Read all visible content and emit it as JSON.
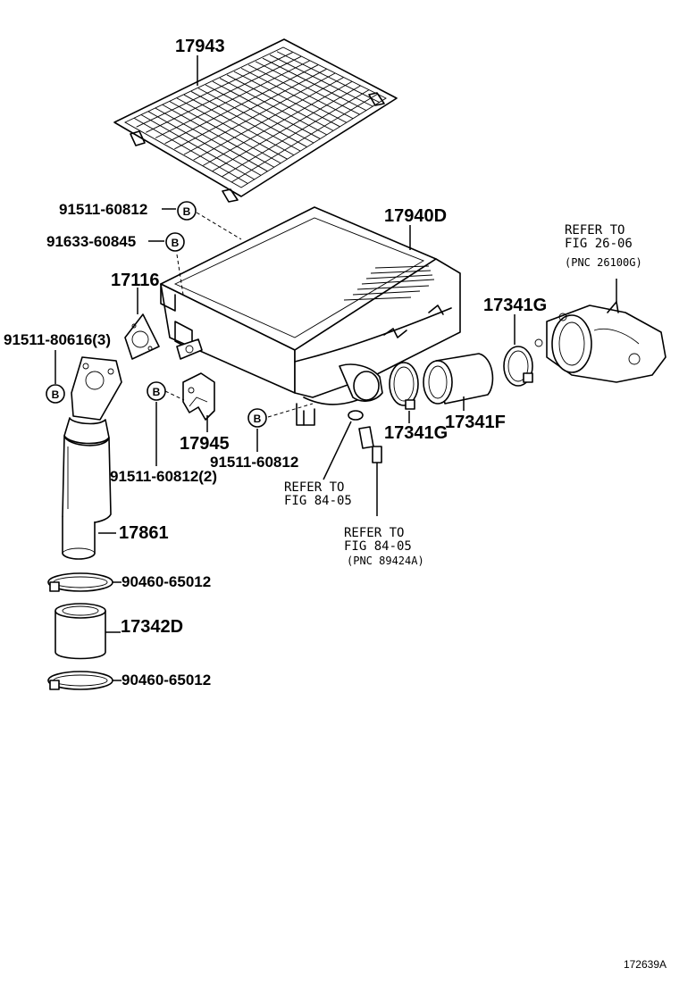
{
  "parts": {
    "p17943": "17943",
    "p17940d": "17940D",
    "p91511_60812_top": "91511-60812",
    "p91633_60845": "91633-60845",
    "p17116": "17116",
    "p91511_80616": "91511-80616(3)",
    "p17341g_top": "17341G",
    "p17341g_mid": "17341G",
    "p17341f": "17341F",
    "p17945": "17945",
    "p91511_60812_mid": "91511-60812",
    "p91511_60812_2": "91511-60812(2)",
    "p17861": "17861",
    "p90460_65012_top": "90460-65012",
    "p17342d": "17342D",
    "p90460_65012_bot": "90460-65012"
  },
  "refs": {
    "fig2606_line1": "REFER TO",
    "fig2606_line2": "FIG 26-06",
    "fig2606_line3": "(PNC 26100G)",
    "fig8405a_line1": "REFER TO",
    "fig8405a_line2": "FIG 84-05",
    "fig8405b_line1": "REFER TO",
    "fig8405b_line2": "FIG 84-05",
    "fig8405b_line3": "(PNC 89424A)"
  },
  "bolt_marker": "B",
  "diagram_code": "172639A"
}
